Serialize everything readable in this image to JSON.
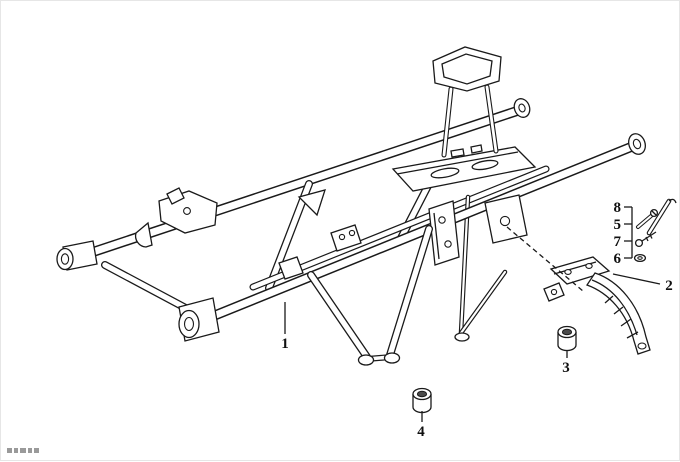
{
  "diagram": {
    "kind": "exploded-parts-diagram",
    "subject": "rear-frame-assembly",
    "background": "#ffffff",
    "line_color": "#1a1a1a",
    "callouts": [
      {
        "label": "1"
      },
      {
        "label": "2"
      },
      {
        "label": "3"
      },
      {
        "label": "4"
      }
    ],
    "hardware_stack": {
      "items": [
        {
          "label": "8",
          "icon": "cotter-pin-icon"
        },
        {
          "label": "5",
          "icon": "screw-icon"
        },
        {
          "label": "7",
          "icon": "bolt-icon"
        },
        {
          "label": "6",
          "icon": "washer-icon"
        }
      ]
    }
  }
}
